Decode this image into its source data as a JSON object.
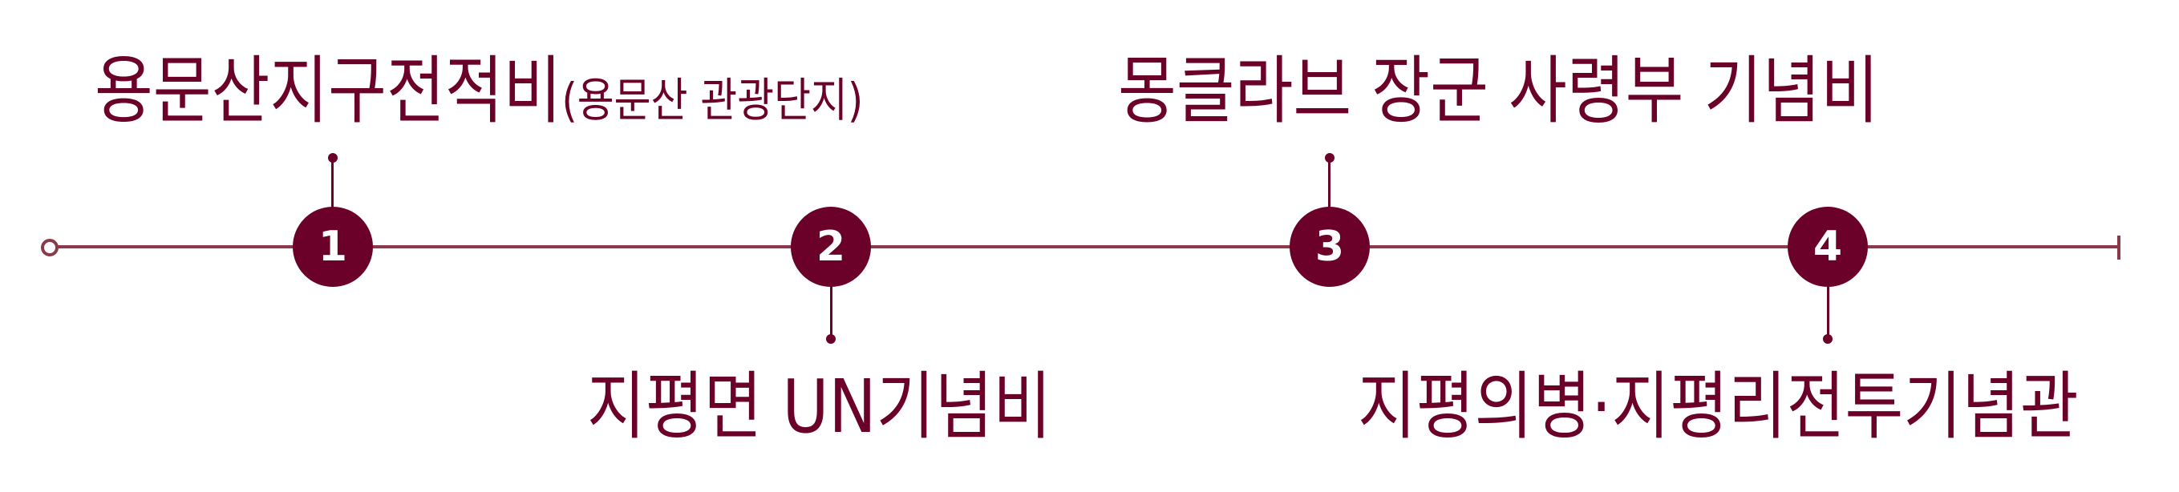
{
  "colors": {
    "accent": "#6b0028",
    "line": "#8b3a4a"
  },
  "timeline": [
    {
      "number": "1",
      "title": "용문산지구전적비",
      "subtitle": "(용문산 관광단지)",
      "position": "top"
    },
    {
      "number": "2",
      "title": "지평면 UN기념비",
      "position": "bottom"
    },
    {
      "number": "3",
      "title": "몽클라브 장군 사령부 기념비",
      "position": "top"
    },
    {
      "number": "4",
      "title": "지평의병·지평리전투기념관",
      "position": "bottom"
    }
  ]
}
